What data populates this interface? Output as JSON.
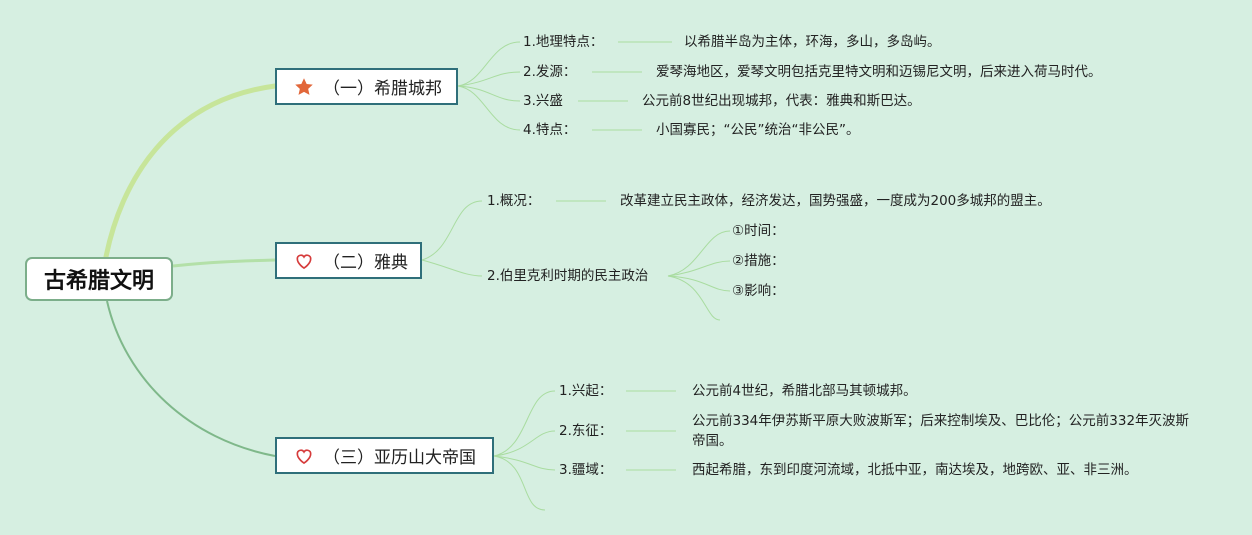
{
  "root": "古希腊文明",
  "branches": [
    {
      "title": "（一）希腊城邦",
      "icon": "star-icon",
      "items": [
        {
          "label": "1.地理特点：",
          "text": "以希腊半岛为主体，环海，多山，多岛屿。"
        },
        {
          "label": "2.发源：",
          "text": "爱琴海地区，爱琴文明包括克里特文明和迈锡尼文明，后来进入荷马时代。"
        },
        {
          "label": "3.兴盛",
          "text": "公元前8世纪出现城邦，代表：雅典和斯巴达。"
        },
        {
          "label": "4.特点：",
          "text": "小国寡民；“公民”统治“非公民”。"
        }
      ]
    },
    {
      "title": "（二）雅典",
      "icon": "heart-icon",
      "items": [
        {
          "label": "1.概况：",
          "text": "改革建立民主政体，经济发达，国势强盛，一度成为200多城邦的盟主。"
        },
        {
          "label": "2.伯里克利时期的民主政治",
          "subitems": [
            "①时间：",
            "②措施：",
            "③影响："
          ]
        }
      ]
    },
    {
      "title": "（三）亚历山大帝国",
      "icon": "heart-icon",
      "items": [
        {
          "label": "1.兴起：",
          "text": "公元前4世纪，希腊北部马其顿城邦。"
        },
        {
          "label": "2.东征：",
          "text": "公元前334年伊苏斯平原大败波斯军；后来控制埃及、巴比伦；公元前332年灭波斯帝国。"
        },
        {
          "label": "3.疆域：",
          "text": "西起希腊，东到印度河流域，北抵中亚，南达埃及，地跨欧、亚、非三洲。"
        }
      ]
    }
  ],
  "colors": {
    "background": "#d6efe1",
    "branch1_line": "#c7e59a",
    "branch2_line": "#b3e0a8",
    "branch3_line": "#7fb88a",
    "leaf_line": "#a9dca0",
    "star": "#e2673a",
    "heart": "#d63b3b",
    "box_border": "#2f6f7a"
  }
}
